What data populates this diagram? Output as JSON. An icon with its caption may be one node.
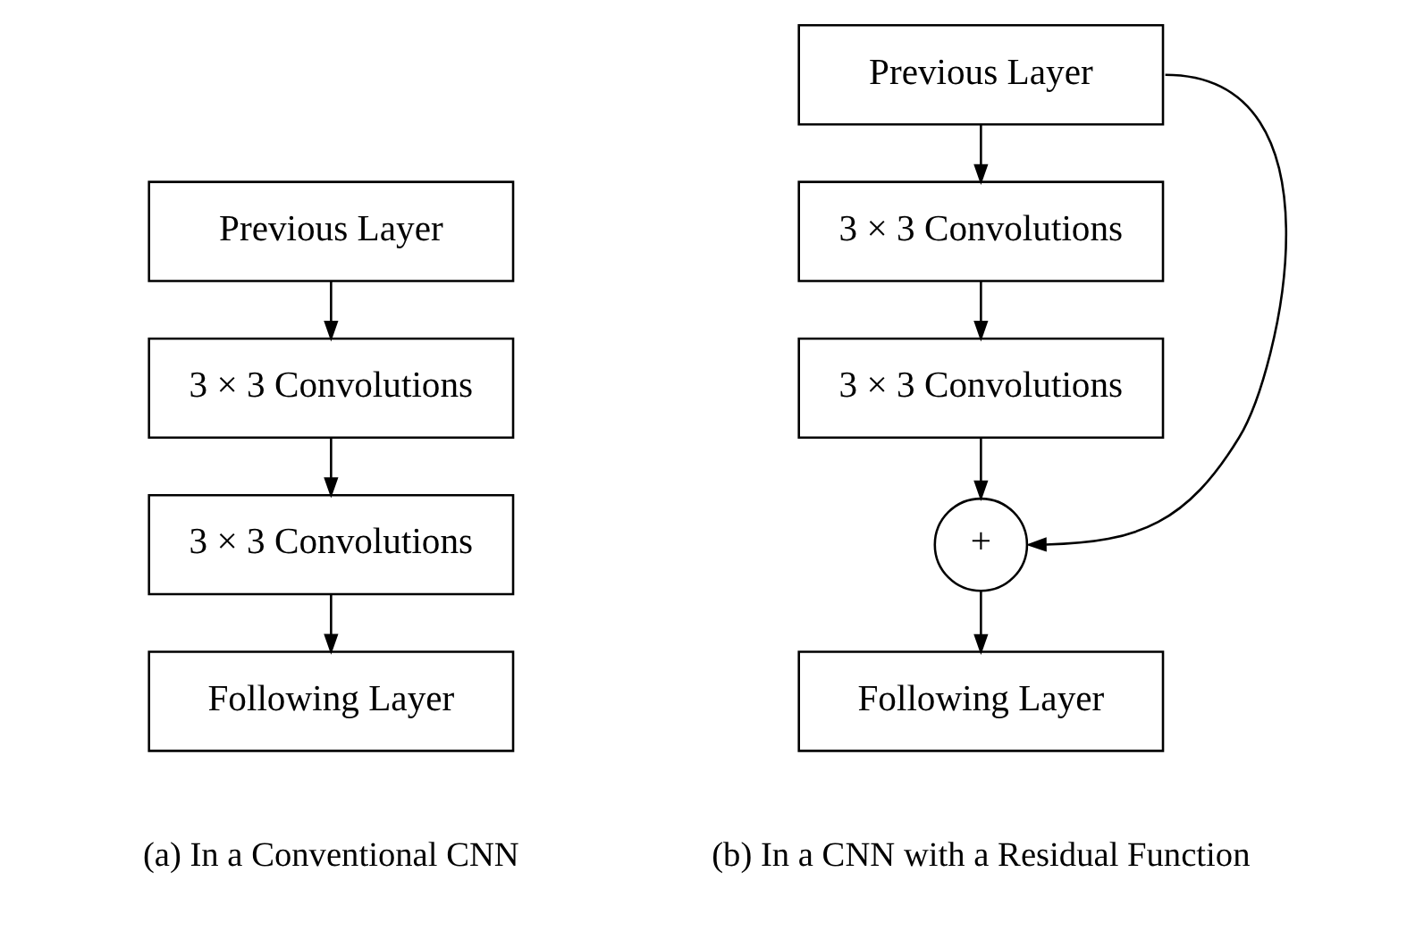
{
  "diagram": {
    "nodes": [
      {
        "text": [
          "Previous Layer"
        ]
      },
      {
        "text": [
          "3 × 3 Convolutions"
        ]
      },
      {
        "text": [
          "3 × 3 Convolutions"
        ]
      },
      {
        "text": [
          "Following Layer"
        ]
      },
      {
        "text": [
          "Previous Layer"
        ]
      },
      {
        "text": [
          "3 × 3 Convolutions"
        ]
      },
      {
        "text": [
          "3 × 3 Convolutions"
        ]
      },
      {
        "text": [
          "+"
        ]
      },
      {
        "text": [
          "Following Layer"
        ]
      }
    ],
    "edges": [
      {
        "from": 0,
        "to": 1,
        "arrow": "to"
      },
      {
        "from": 1,
        "to": 2,
        "arrow": "to"
      },
      {
        "from": 2,
        "to": 3,
        "arrow": "to"
      },
      {
        "from": 4,
        "to": 5,
        "arrow": "to"
      },
      {
        "from": 5,
        "to": 6,
        "arrow": "to"
      },
      {
        "from": 6,
        "to": 7,
        "arrow": "to"
      },
      {
        "from": 7,
        "to": 8,
        "arrow": "to"
      },
      {
        "from": 4,
        "to": 7,
        "arrow": "to"
      }
    ],
    "labels": [
      "(a) In a Conventional CNN",
      "(b) In a CNN with a Residual Function"
    ]
  }
}
